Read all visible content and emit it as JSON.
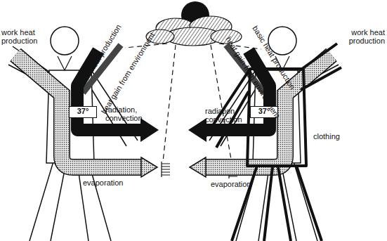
{
  "diagram": {
    "nodes": [
      {
        "text": [
          "37°"
        ]
      },
      {
        "text": [
          "37°"
        ]
      }
    ],
    "labels": [
      "work heat production",
      "basic heat production",
      "heat gain from environment",
      "radiation, convection",
      "evaporation",
      "basic heat production",
      "heat gain from environment",
      "work heat production",
      "radiation, convection",
      "clothing",
      "evaporation"
    ]
  }
}
